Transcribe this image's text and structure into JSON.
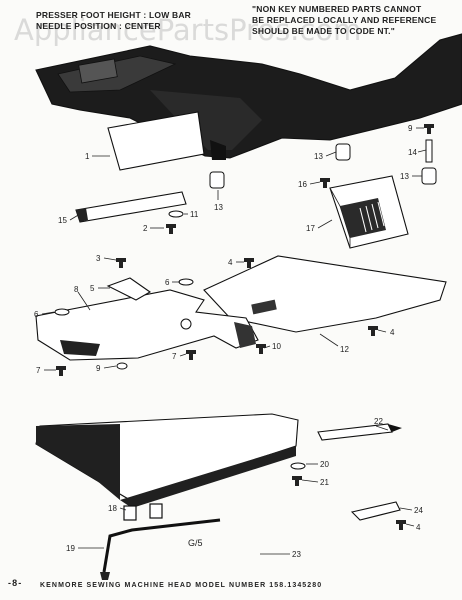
{
  "watermark": "AppliancePartsPros.com",
  "notes": {
    "left_line1": "PRESSER FOOT HEIGHT : LOW BAR",
    "left_line2": "NEEDLE POSITION : CENTER",
    "right_line1": "\"NON KEY NUMBERED PARTS CANNOT",
    "right_line2": "BE REPLACED LOCALLY AND REFERENCE",
    "right_line3": "SHOULD BE MADE TO CODE NT.\""
  },
  "center_mark": "G/5",
  "footer": {
    "page": "-8-",
    "caption": "KENMORE SEWING MACHINE HEAD MODEL NUMBER 158.1345280"
  },
  "callouts": [
    {
      "id": "c1",
      "label": "1"
    },
    {
      "id": "c2",
      "label": "2"
    },
    {
      "id": "c3",
      "label": "3"
    },
    {
      "id": "c4a",
      "label": "4"
    },
    {
      "id": "c4b",
      "label": "4"
    },
    {
      "id": "c4c",
      "label": "4"
    },
    {
      "id": "c5",
      "label": "5"
    },
    {
      "id": "c6a",
      "label": "6"
    },
    {
      "id": "c6b",
      "label": "6"
    },
    {
      "id": "c7a",
      "label": "7"
    },
    {
      "id": "c7b",
      "label": "7"
    },
    {
      "id": "c8",
      "label": "8"
    },
    {
      "id": "c9a",
      "label": "9"
    },
    {
      "id": "c9b",
      "label": "9"
    },
    {
      "id": "c10",
      "label": "10"
    },
    {
      "id": "c11",
      "label": "11"
    },
    {
      "id": "c12",
      "label": "12"
    },
    {
      "id": "c13a",
      "label": "13"
    },
    {
      "id": "c13b",
      "label": "13"
    },
    {
      "id": "c14",
      "label": "14"
    },
    {
      "id": "c15",
      "label": "15"
    },
    {
      "id": "c16",
      "label": "16"
    },
    {
      "id": "c17",
      "label": "17"
    },
    {
      "id": "c18",
      "label": "18"
    },
    {
      "id": "c19",
      "label": "19"
    },
    {
      "id": "c20",
      "label": "20"
    },
    {
      "id": "c21",
      "label": "21"
    },
    {
      "id": "c22",
      "label": "22"
    },
    {
      "id": "c23",
      "label": "23"
    },
    {
      "id": "c24",
      "label": "24"
    },
    {
      "id": "c13c",
      "label": "13"
    }
  ]
}
